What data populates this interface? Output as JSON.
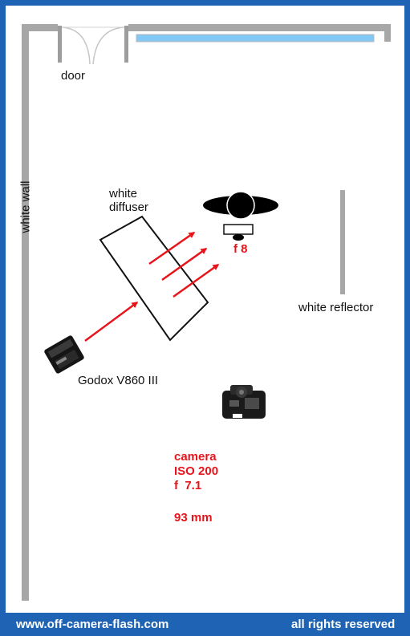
{
  "labels": {
    "door": "door",
    "white_wall": "white wall",
    "diffuser_line1": "white",
    "diffuser_line2": "diffuser",
    "reflector": "white reflector",
    "flash": "Godox V860 III",
    "subject_aperture": "f 8",
    "camera_title": "camera",
    "camera_iso": "ISO 200",
    "camera_aperture": "f  7.1",
    "camera_focal": "93 mm"
  },
  "footer": {
    "website": "www.off-camera-flash.com",
    "rights": "all rights reserved"
  },
  "colors": {
    "border": "#1f63b4",
    "arrow": "#e8141b",
    "wall": "#a7a7a7",
    "window": "#82c8f5"
  },
  "icons": {
    "subject": "person-top-view-icon",
    "flash": "speedlight-flash-icon",
    "camera": "dslr-camera-icon",
    "meter": "light-meter-icon"
  }
}
